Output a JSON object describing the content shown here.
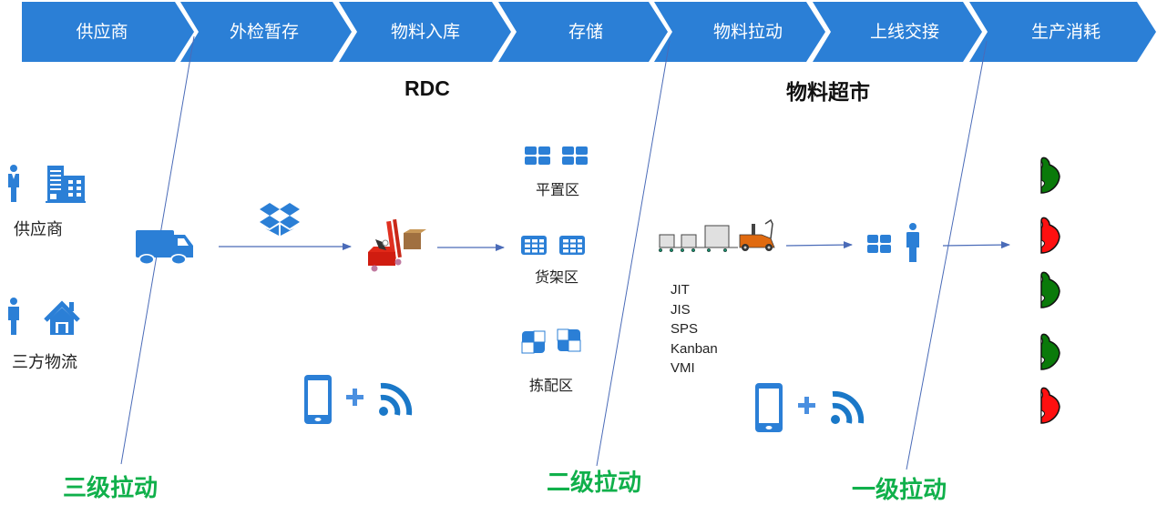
{
  "process_steps": [
    {
      "label": "供应商"
    },
    {
      "label": "外检暂存"
    },
    {
      "label": "物料入库"
    },
    {
      "label": "存储"
    },
    {
      "label": "物料拉动"
    },
    {
      "label": "上线交接"
    },
    {
      "label": "生产消耗"
    }
  ],
  "zones": {
    "rdc": "RDC",
    "material_supermarket": "物料超市"
  },
  "sources": [
    {
      "label": "供应商",
      "icons": [
        "person-icon",
        "building-icon"
      ]
    },
    {
      "label": "三方物流",
      "icons": [
        "person-icon",
        "house-icon"
      ]
    }
  ],
  "storage_areas": [
    {
      "label": "平置区",
      "icon": "grid-2x2-icon"
    },
    {
      "label": "货架区",
      "icon": "grid-3x3-icon"
    },
    {
      "label": "拣配区",
      "icon": "checker-icon"
    }
  ],
  "pull_methods": [
    "JIT",
    "JIS",
    "SPS",
    "Kanban",
    "VMI"
  ],
  "pull_levels": {
    "level3": "三级拉动",
    "level2": "二级拉动",
    "level1": "一级拉动"
  },
  "consumption_cars": [
    {
      "color": "green"
    },
    {
      "color": "red"
    },
    {
      "color": "green"
    },
    {
      "color": "green"
    },
    {
      "color": "red"
    }
  ],
  "colors": {
    "chevron": "#2b7fd6",
    "icon_blue": "#2b7fd6",
    "arrow": "#4a6bb8",
    "pull_label": "#10b04b",
    "car_green": "#0a7a0a",
    "car_red": "#ff1010",
    "tug_orange": "#e06a10"
  },
  "symbols": {
    "plus": "+"
  }
}
